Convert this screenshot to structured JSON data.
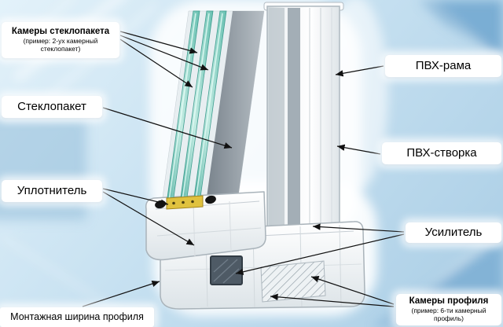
{
  "diagram": {
    "left_labels": {
      "glass_chambers": {
        "title": "Камеры стеклопакета",
        "subtitle": "(пример: 2-ух камерный стеклопакет)"
      },
      "glass_unit": {
        "title": "Стеклопакет"
      },
      "seal": {
        "title": "Уплотнитель"
      },
      "mount_width": {
        "title": "Монтажная ширина профиля"
      }
    },
    "right_labels": {
      "pvc_frame": {
        "title": "ПВХ-рама"
      },
      "pvc_sash": {
        "title": "ПВХ-створка"
      },
      "reinforcement": {
        "title": "Усилитель"
      },
      "profile_chambers": {
        "title": "Камеры профиля",
        "subtitle": "(пример: 6-ти камерный профиль)"
      }
    },
    "colors": {
      "background_top": "#e3f2fa",
      "background_bottom": "#a9cde5",
      "glass_teal": "#6fc4b6",
      "spacer_yellow": "#e0c23f",
      "steel_gray": "#4e5a65",
      "profile_white": "#ffffff",
      "label_background": "#ffffff",
      "arrow_black": "#111111"
    }
  }
}
